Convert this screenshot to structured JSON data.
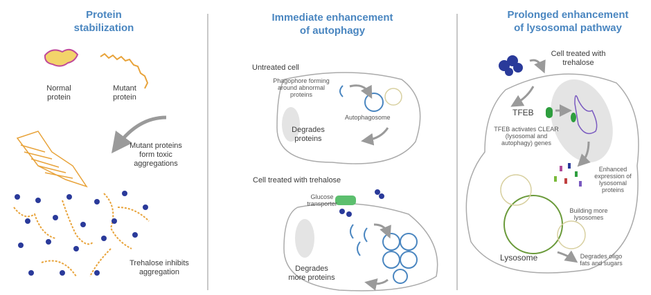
{
  "panels": [
    {
      "title_line1": "Protein",
      "title_line2": "stabilization",
      "labels": {
        "normal_protein": [
          "Normal",
          "protein"
        ],
        "mutant_protein": [
          "Mutant",
          "protein"
        ],
        "aggregation": [
          "Mutant proteins",
          "form toxic",
          "aggregations"
        ],
        "inhibits": [
          "Trehalose inhibits",
          "aggregation"
        ]
      }
    },
    {
      "title_line1": "Immediate enhancement",
      "title_line2": "of autophagy",
      "labels": {
        "untreated": "Untreated cell",
        "phagophore": [
          "Phagophore forming",
          "around abnormal",
          "proteins"
        ],
        "autophagosome": "Autophagosome",
        "degrades": [
          "Degrades",
          "proteins"
        ],
        "treated": "Cell treated with trehalose",
        "glucose_transporter": [
          "Glucose",
          "transporter"
        ],
        "degrades_more": [
          "Degrades",
          "more proteins"
        ]
      }
    },
    {
      "title_line1": "Prolonged enhancement",
      "title_line2": "of lysosomal pathway",
      "labels": {
        "treated": [
          "Cell treated with",
          "trehalose"
        ],
        "tfeb": "TFEB",
        "clear": [
          "TFEB activates CLEAR",
          "(lysosomal and",
          "autophagy) genes"
        ],
        "enhanced": [
          "Enhanced",
          "expression of",
          "lysosomal",
          "proteins"
        ],
        "building": [
          "Building more",
          "lysosomes"
        ],
        "lysosome": "Lysosome",
        "degrades_oligo": [
          "Degrades oligo",
          "fats and sugars"
        ]
      }
    }
  ],
  "colors": {
    "title": "#4a86c0",
    "protein": "#e8a33a",
    "trehalose": "#2a3a9a",
    "tfeb": "#2e9e3e",
    "divider": "#c8c8c8"
  }
}
